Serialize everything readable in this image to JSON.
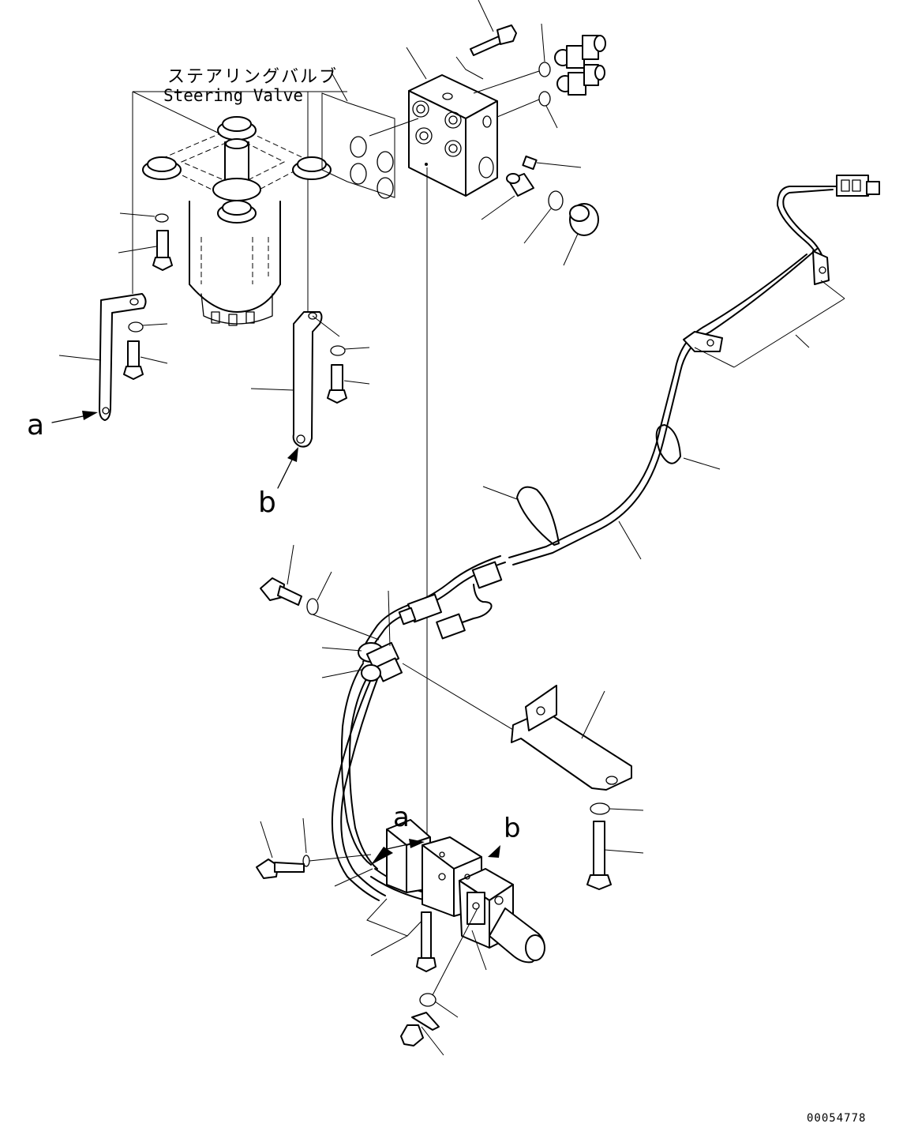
{
  "title_jp": "ステアリングバルブ",
  "title_en": "Steering Valve",
  "callouts": {
    "a": "a",
    "b": "b"
  },
  "drawing_number": "00054778"
}
